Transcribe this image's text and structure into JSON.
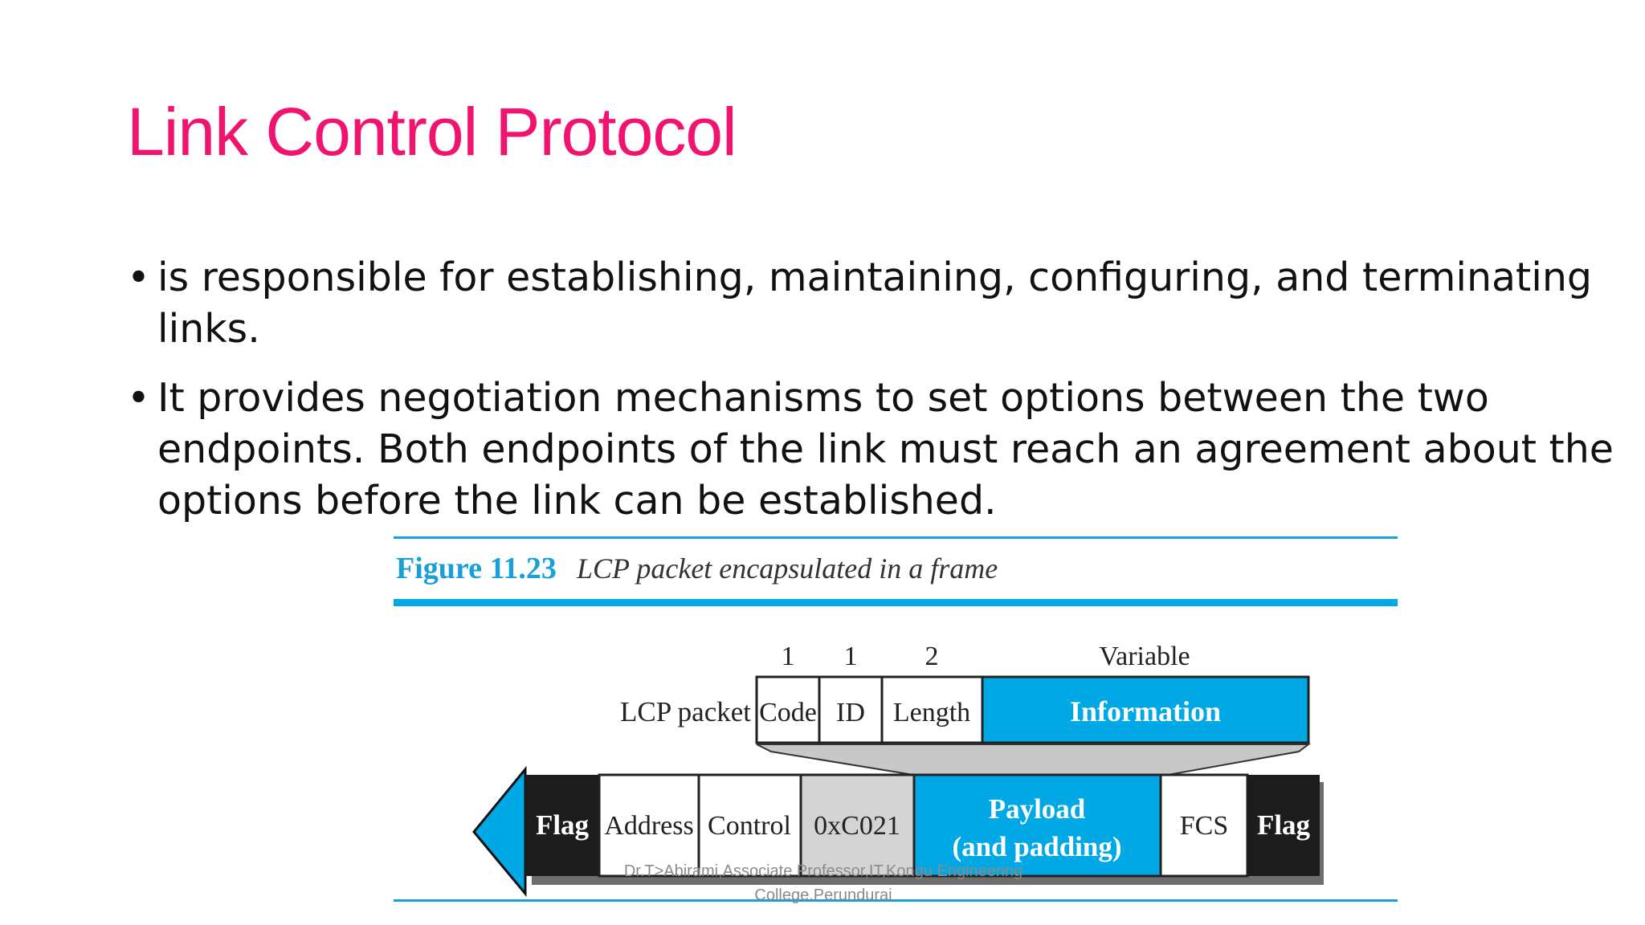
{
  "slide": {
    "title": "Link Control Protocol",
    "bullets": [
      "is responsible for establishing, maintaining, configuring, and terminating links.",
      "It provides negotiation mechanisms to set options between the two endpoints. Both endpoints of the link must reach an agreement about the options before the link can be established."
    ],
    "bullet_symbol": "•"
  },
  "figure": {
    "number": "Figure 11.23",
    "caption": "LCP packet encapsulated in a frame",
    "lcp_packet_label": "LCP packet",
    "lcp_sizes": [
      "1",
      "1",
      "2",
      "Variable"
    ],
    "lcp_fields": [
      "Code",
      "ID",
      "Length",
      "Information"
    ],
    "frame_fields": [
      "Flag",
      "Address",
      "Control",
      "0xC021",
      "Payload",
      "(and padding)",
      "FCS",
      "Flag"
    ],
    "colors": {
      "accent_blue": "#00a9e6",
      "rule_blue": "#1aa0d8",
      "protocol_gray": "#d4d4d4",
      "flag_black": "#1c1c1c",
      "title_pink": "#f0146e"
    }
  },
  "footer": {
    "line1": "Dr.T>Abirami,Associate Professor,IT,Kongu Engineering",
    "line2": "College,Perundurai"
  }
}
